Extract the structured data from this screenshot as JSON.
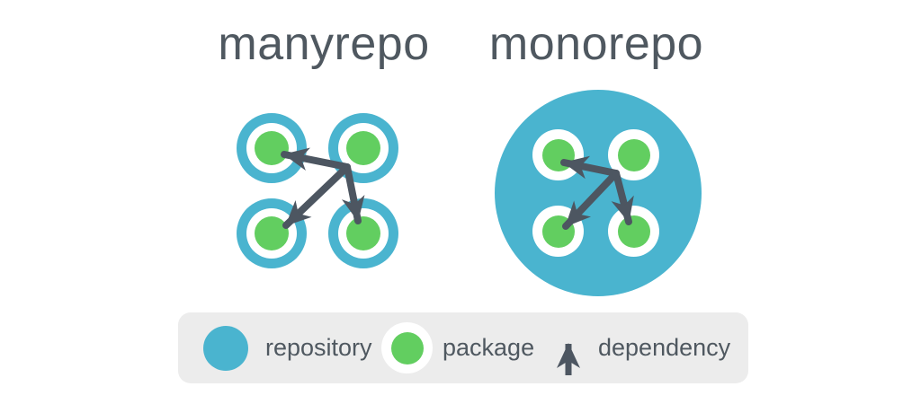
{
  "titles": {
    "left": "manyrepo",
    "right": "monorepo"
  },
  "legend": {
    "items": [
      {
        "icon": "repository-circle-icon",
        "label": "repository"
      },
      {
        "icon": "package-circle-icon",
        "label": "package"
      },
      {
        "icon": "dependency-arrow-icon",
        "label": "dependency"
      }
    ]
  },
  "colors": {
    "repository": "#4ab4cf",
    "package": "#62ce60",
    "arrow": "#4d5661",
    "text": "#4f5860",
    "legend_bg": "#ececec",
    "background": "#ffffff"
  },
  "diagram": {
    "manyrepo": {
      "repositories": 4,
      "packages": 4,
      "dependencies": [
        {
          "from": "top-right-package",
          "to": "top-left-package"
        },
        {
          "from": "top-right-package",
          "to": "bottom-left-package"
        },
        {
          "from": "top-right-package",
          "to": "bottom-right-package"
        }
      ]
    },
    "monorepo": {
      "repositories": 1,
      "packages": 4,
      "dependencies": [
        {
          "from": "top-right-package",
          "to": "top-left-package"
        },
        {
          "from": "top-right-package",
          "to": "bottom-left-package"
        },
        {
          "from": "top-right-package",
          "to": "bottom-right-package"
        }
      ]
    }
  }
}
